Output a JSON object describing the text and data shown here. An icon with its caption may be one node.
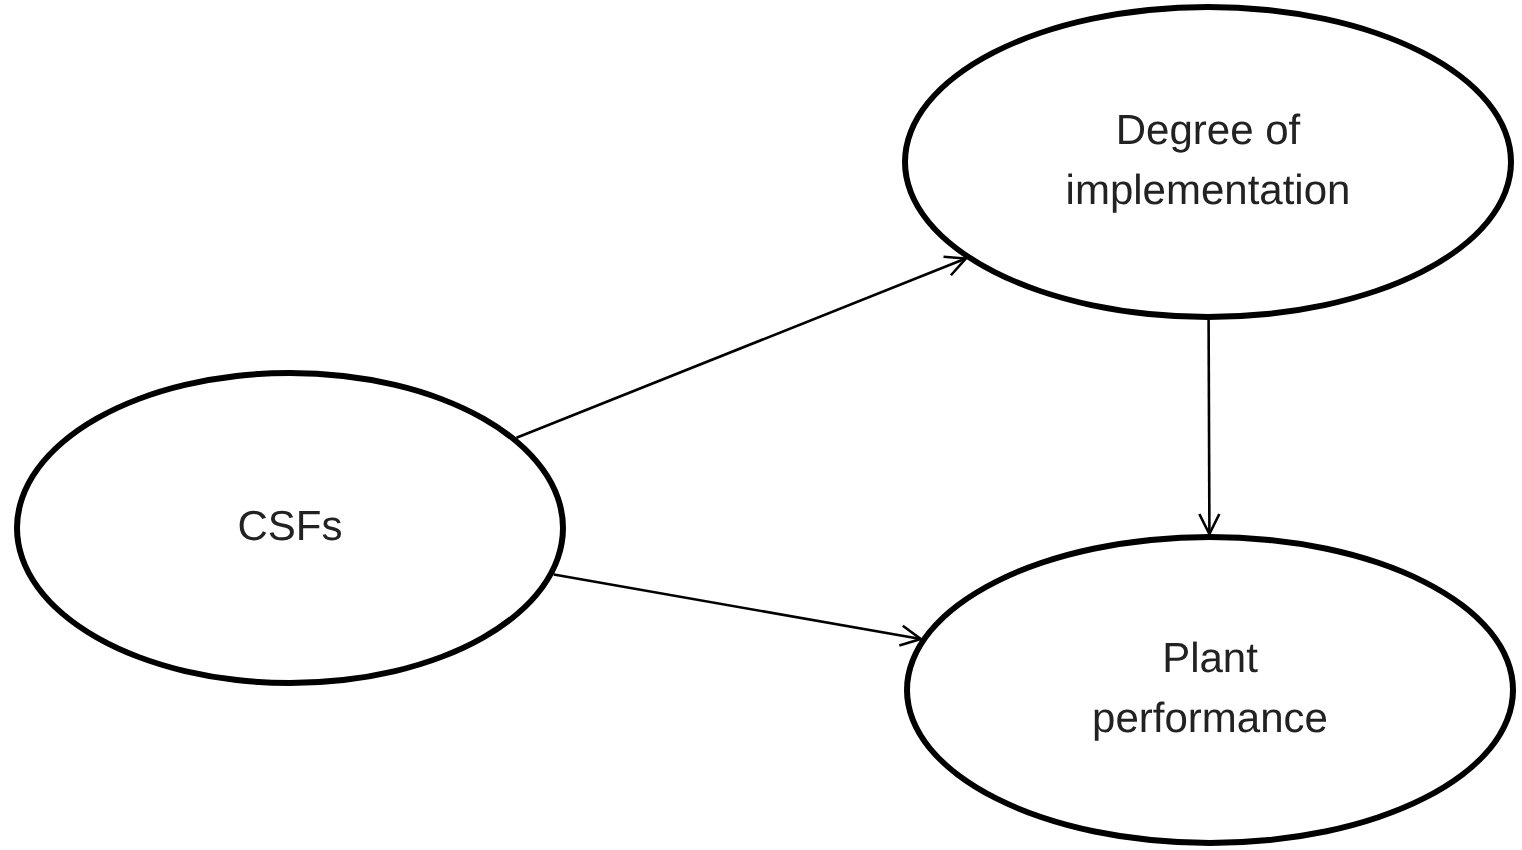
{
  "diagram": {
    "nodes": [
      {
        "text": [
          "CSFs"
        ]
      },
      {
        "text": [
          "Degree of implementation"
        ]
      },
      {
        "text": [
          "Plant performance"
        ]
      }
    ],
    "edges": [
      {
        "from": 0,
        "to": 1,
        "arrow": "to"
      },
      {
        "from": 0,
        "to": 2,
        "arrow": "to"
      },
      {
        "from": 1,
        "to": 2,
        "arrow": "to"
      }
    ]
  }
}
